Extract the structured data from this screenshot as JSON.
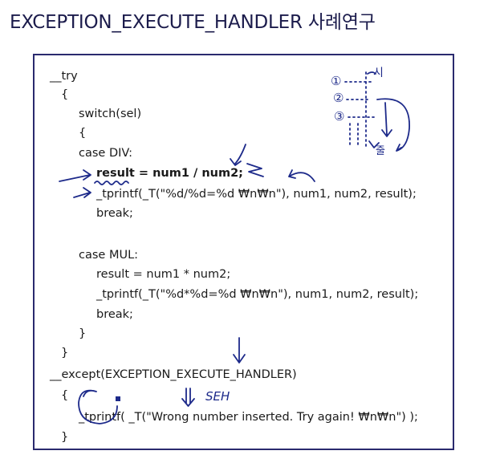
{
  "title": "EXCEPTION_EXECUTE_HANDLER 사례연구",
  "code": {
    "l01": "__try",
    "l02": "{",
    "l03": "switch(sel)",
    "l04": "{",
    "l05": "case DIV:",
    "l06": "result = num1 / num2;",
    "l07": "_tprintf(_T(\"%d/%d=%d ₩n₩n\"), num1, num2, result);",
    "l08": "break;",
    "l09": "case MUL:",
    "l10": "result = num1 * num2;",
    "l11": "_tprintf(_T(\"%d*%d=%d ₩n₩n\"), num1, num2, result);",
    "l12": "break;",
    "l13": "}",
    "l14": "}",
    "l15": "__except(EXCEPTION_EXECUTE_HANDLER)",
    "l16": "{",
    "l17": "_tprintf( _T(\"Wrong number inserted. Try again! ₩n₩n\") );",
    "l18": "}"
  },
  "annotations": {
    "n1": "①",
    "n2": "②",
    "n3": "③",
    "si": "시",
    "ju": "줄",
    "seh": "SEH"
  },
  "colors": {
    "ink": "#1d2a8a",
    "border": "#2a2a6e",
    "title": "#1c1c4c"
  }
}
